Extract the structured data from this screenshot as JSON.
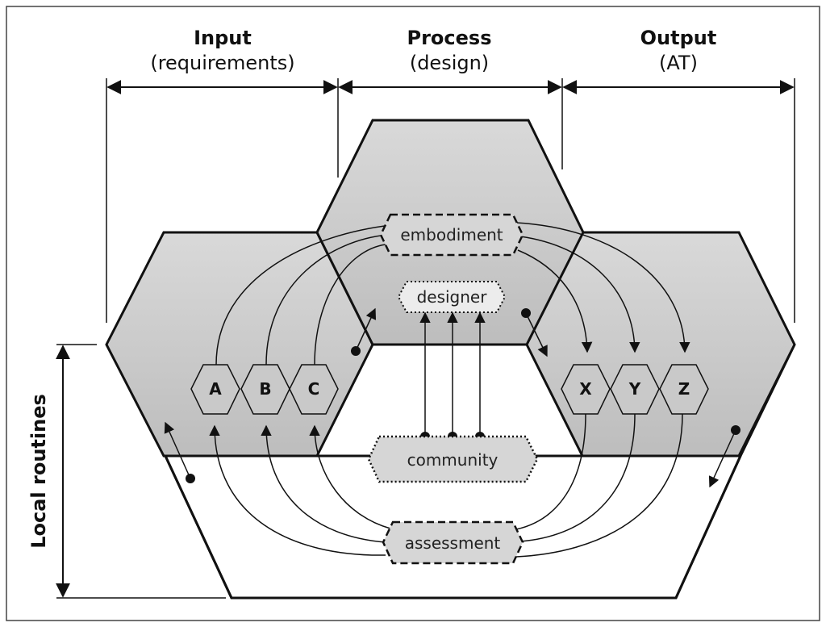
{
  "columns": {
    "input": {
      "title": "Input",
      "subtitle": "(requirements)"
    },
    "process": {
      "title": "Process",
      "subtitle": "(design)"
    },
    "output": {
      "title": "Output",
      "subtitle": "(AT)"
    }
  },
  "side_label": "Local routines",
  "nodes": {
    "embodiment": "embodiment",
    "designer": "designer",
    "community": "community",
    "assessment": "assessment"
  },
  "input_items": [
    "A",
    "B",
    "C"
  ],
  "output_items": [
    "X",
    "Y",
    "Z"
  ],
  "colors": {
    "hex_fill": "#c9c9c9",
    "node_fill": "#d6d6d6",
    "stroke": "#111111",
    "frame": "#444444"
  }
}
